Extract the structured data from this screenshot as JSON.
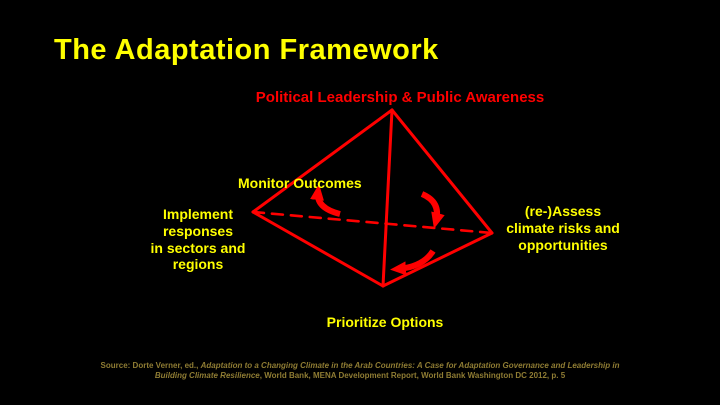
{
  "slide": {
    "title": "The Adaptation Framework",
    "pyramid_label_top": "Political Leadership & Public Awareness",
    "label_monitor": "Monitor Outcomes",
    "label_implement": "Implement\nresponses\nin sectors and\nregions",
    "label_assess": "(re-)Assess\nclimate risks and\nopportunities",
    "label_prioritize": "Prioritize Options",
    "source": {
      "prefix": "Source: Dorte Verner, ed., ",
      "title_italic": "Adaptation to a Changing Climate in the Arab Countries: A Case for Adaptation Governance and Leadership in Building Climate Resilience",
      "suffix": ", World Bank, MENA Development Report, World Bank Washington DC 2012, p. 5"
    },
    "colors": {
      "background": "#000000",
      "title": "#FFFF00",
      "top_label": "#FF0000",
      "diagram": "#FF0000",
      "labels": "#FFFF00",
      "source": "#8F7C33"
    }
  }
}
